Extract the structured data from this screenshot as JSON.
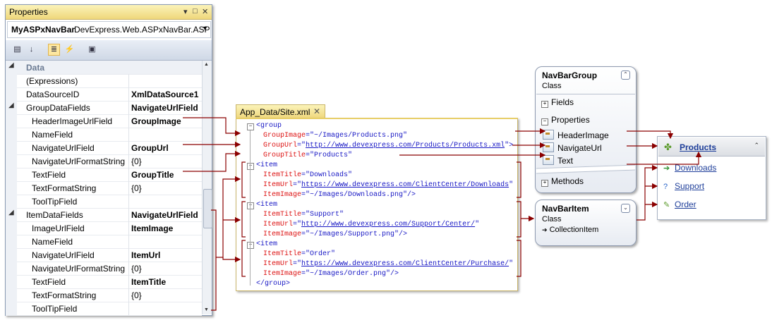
{
  "properties_window": {
    "title": "Properties",
    "title_buttons": [
      "▾",
      "□",
      "✕"
    ],
    "object_name": "MyASPxNavBar",
    "object_type": "DevExpress.Web.ASPxNavBar.ASP",
    "rows": [
      {
        "name": "Data",
        "value": "",
        "category": true,
        "expander": "◢"
      },
      {
        "name": "(Expressions)",
        "value": ""
      },
      {
        "name": "DataSourceID",
        "value": "XmlDataSource1",
        "bold": true
      },
      {
        "name": "GroupDataFields",
        "value": "NavigateUrlField",
        "bold": true,
        "expander": "◢"
      },
      {
        "name": "HeaderImageUrlField",
        "value": "GroupImage",
        "bold": true,
        "indent": true
      },
      {
        "name": "NameField",
        "value": "",
        "indent": true
      },
      {
        "name": "NavigateUrlField",
        "value": "GroupUrl",
        "bold": true,
        "indent": true
      },
      {
        "name": "NavigateUrlFormatString",
        "value": "{0}",
        "indent": true
      },
      {
        "name": "TextField",
        "value": "GroupTitle",
        "bold": true,
        "indent": true
      },
      {
        "name": "TextFormatString",
        "value": "{0}",
        "indent": true
      },
      {
        "name": "ToolTipField",
        "value": "",
        "indent": true
      },
      {
        "name": "ItemDataFields",
        "value": "NavigateUrlField",
        "bold": true,
        "expander": "◢"
      },
      {
        "name": "ImageUrlField",
        "value": "ItemImage",
        "bold": true,
        "indent": true
      },
      {
        "name": "NameField",
        "value": "",
        "indent": true
      },
      {
        "name": "NavigateUrlField",
        "value": "ItemUrl",
        "bold": true,
        "indent": true
      },
      {
        "name": "NavigateUrlFormatString",
        "value": "{0}",
        "indent": true
      },
      {
        "name": "TextField",
        "value": "ItemTitle",
        "bold": true,
        "indent": true
      },
      {
        "name": "TextFormatString",
        "value": "{0}",
        "indent": true
      },
      {
        "name": "ToolTipField",
        "value": "",
        "indent": true
      }
    ]
  },
  "xml_window": {
    "tab_title": "App_Data/Site.xml",
    "close": "✕",
    "lines": [
      {
        "parts": [
          {
            "t": "<group",
            "c": "tag"
          }
        ],
        "fold": "−",
        "indent": 0
      },
      {
        "parts": [
          {
            "t": "GroupImage",
            "c": "attr"
          },
          {
            "t": "=\"~/Images/Products.png\"",
            "c": "tag"
          }
        ],
        "indent": 1
      },
      {
        "parts": [
          {
            "t": "GroupUrl",
            "c": "attr"
          },
          {
            "t": "=\"",
            "c": "tag"
          },
          {
            "t": "http://www.devexpress.com/Products/Products.xml",
            "c": "url"
          },
          {
            "t": "\">",
            "c": "tag"
          }
        ],
        "indent": 1
      },
      {
        "parts": [
          {
            "t": "GroupTitle",
            "c": "attr"
          },
          {
            "t": "=\"Products\"",
            "c": "tag"
          }
        ],
        "indent": 1
      },
      {
        "parts": [
          {
            "t": "<item",
            "c": "tag"
          }
        ],
        "fold": "−",
        "indent": 0
      },
      {
        "parts": [
          {
            "t": "ItemTitle",
            "c": "attr"
          },
          {
            "t": "=\"Downloads\"",
            "c": "tag"
          }
        ],
        "indent": 1
      },
      {
        "parts": [
          {
            "t": "ItemUrl",
            "c": "attr"
          },
          {
            "t": "=\"",
            "c": "tag"
          },
          {
            "t": "https://www.devexpress.com/ClientCenter/Downloads",
            "c": "url"
          },
          {
            "t": "\"",
            "c": "tag"
          }
        ],
        "indent": 1
      },
      {
        "parts": [
          {
            "t": "ItemImage",
            "c": "attr"
          },
          {
            "t": "=\"~/Images/Downloads.png\"/>",
            "c": "tag"
          }
        ],
        "indent": 1
      },
      {
        "parts": [
          {
            "t": "<item",
            "c": "tag"
          }
        ],
        "fold": "−",
        "indent": 0
      },
      {
        "parts": [
          {
            "t": "ItemTitle",
            "c": "attr"
          },
          {
            "t": "=\"Support\"",
            "c": "tag"
          }
        ],
        "indent": 1
      },
      {
        "parts": [
          {
            "t": "ItemUrl",
            "c": "attr"
          },
          {
            "t": "=\"",
            "c": "tag"
          },
          {
            "t": "http://www.devexpress.com/Support/Center/",
            "c": "url"
          },
          {
            "t": "\"",
            "c": "tag"
          }
        ],
        "indent": 1
      },
      {
        "parts": [
          {
            "t": "ItemImage",
            "c": "attr"
          },
          {
            "t": "=\"~/Images/Support.png\"/>",
            "c": "tag"
          }
        ],
        "indent": 1
      },
      {
        "parts": [
          {
            "t": "<item",
            "c": "tag"
          }
        ],
        "fold": "−",
        "indent": 0
      },
      {
        "parts": [
          {
            "t": "ItemTitle",
            "c": "attr"
          },
          {
            "t": "=\"Order\"",
            "c": "tag"
          }
        ],
        "indent": 1
      },
      {
        "parts": [
          {
            "t": "ItemUrl",
            "c": "attr"
          },
          {
            "t": "=\"",
            "c": "tag"
          },
          {
            "t": "https://www.devexpress.com/ClientCenter/Purchase/",
            "c": "url"
          },
          {
            "t": "\"",
            "c": "tag"
          }
        ],
        "indent": 1
      },
      {
        "parts": [
          {
            "t": "ItemImage",
            "c": "attr"
          },
          {
            "t": "=\"~/Images/Order.png\"/>",
            "c": "tag"
          }
        ],
        "indent": 1
      },
      {
        "parts": [
          {
            "t": "</group>",
            "c": "tag"
          }
        ],
        "indent": 0
      }
    ]
  },
  "navbargroup_class": {
    "name": "NavBarGroup",
    "kind": "Class",
    "collapse_glyph": "⌃",
    "fields_label": "Fields",
    "properties_label": "Properties",
    "properties": [
      "HeaderImage",
      "NavigateUrl",
      "Text"
    ],
    "methods_label": "Methods",
    "expand_glyph": "+",
    "collapse_section_glyph": "−"
  },
  "navbaritem_class": {
    "name": "NavBarItem",
    "kind": "Class",
    "base": "CollectionItem",
    "base_arrow": "➔",
    "expand_glyph": "⌄"
  },
  "navbar_preview": {
    "group_title": "Products",
    "collapse_glyph": "⌃",
    "items": [
      {
        "label": "Downloads",
        "icon": "arrow-right-icon",
        "glyph": "➔",
        "color": "#2f8f2f"
      },
      {
        "label": "Support",
        "icon": "help-icon",
        "glyph": "?",
        "color": "#2a64c8"
      },
      {
        "label": "Order",
        "icon": "pencil-icon",
        "glyph": "✎",
        "color": "#5a9a2a"
      }
    ]
  },
  "colors": {
    "connector": "#8b0000",
    "accent": "#efd77b"
  }
}
